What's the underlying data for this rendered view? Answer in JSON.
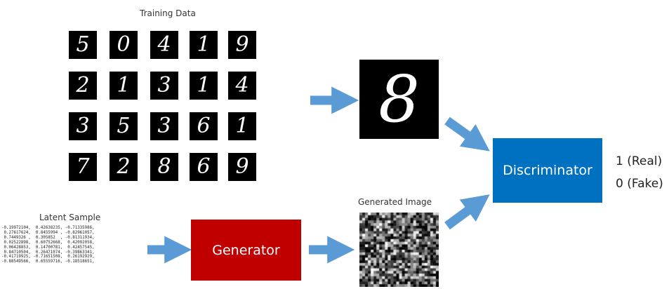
{
  "training": {
    "title": "Training Data",
    "digits": [
      [
        "5",
        "0",
        "4",
        "1",
        "9"
      ],
      [
        "2",
        "1",
        "3",
        "1",
        "4"
      ],
      [
        "3",
        "5",
        "3",
        "6",
        "1"
      ],
      [
        "7",
        "2",
        "8",
        "6",
        "9"
      ]
    ]
  },
  "sample_digit": "8",
  "generated": {
    "title": "Generated Image"
  },
  "latent": {
    "title": "Latent Sample",
    "rows": [
      "-0.19972104,  0.42638235, -0.71335986,",
      " 0.27617624,  0.8455994 , -0.82961057,",
      " 0.7449326 ,  0.305852  , -0.81311934,",
      " 0.02522898,  0.60752668,  0.42092058,",
      " 0.06428853,  0.14700781,  0.42457545,",
      " 0.84710504,  0.26471074, -0.39863341,",
      "-0.41719925, -0.71651508,  0.26192929,",
      "-0.88549566,  0.65559716, -0.18518651,"
    ]
  },
  "generator": {
    "label": "Generator"
  },
  "discriminator": {
    "label": "Discriminator"
  },
  "outputs": {
    "real": "1 (Real)",
    "fake": "0 (Fake)"
  },
  "colors": {
    "arrow": "#5b9bd5",
    "generator": "#c00000",
    "discriminator": "#0070c0"
  }
}
